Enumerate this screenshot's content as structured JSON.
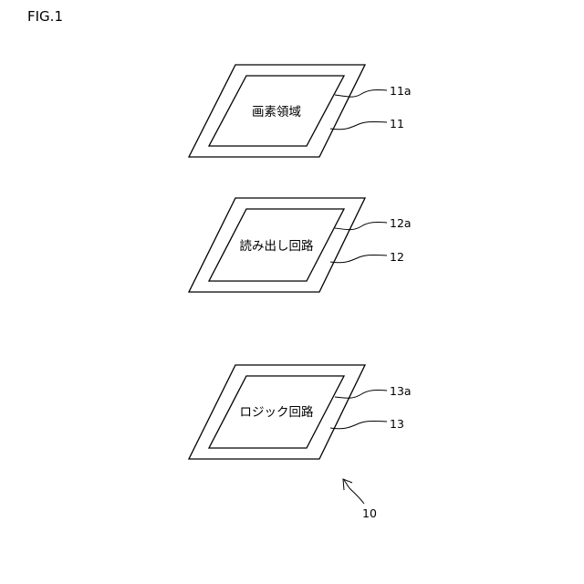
{
  "figure_label": "FIG.1",
  "assembly_ref": "10",
  "layers": [
    {
      "inner_text": "画素領域",
      "inner_ref": "11a",
      "outer_ref": "11"
    },
    {
      "inner_text": "読み出し回路",
      "inner_ref": "12a",
      "outer_ref": "12"
    },
    {
      "inner_text": "ロジック回路",
      "inner_ref": "13a",
      "outer_ref": "13"
    }
  ]
}
